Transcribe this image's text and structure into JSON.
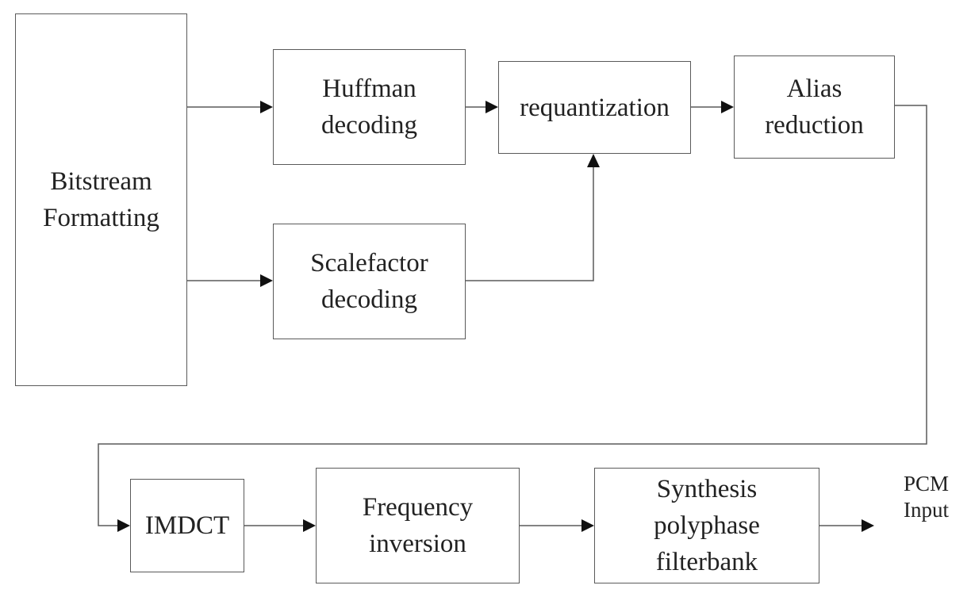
{
  "blocks": {
    "bitstream": [
      "Bitstream",
      "Formatting"
    ],
    "huffman": [
      "Huffman",
      "decoding"
    ],
    "requantization": [
      "requantization"
    ],
    "alias": [
      "Alias",
      "reduction"
    ],
    "scalefactor": [
      "Scalefactor",
      "decoding"
    ],
    "imdct": [
      "IMDCT"
    ],
    "frequency": [
      "Frequency",
      "inversion"
    ],
    "synthesis": [
      "Synthesis",
      "polyphase",
      "filterbank"
    ]
  },
  "output_label": [
    "PCM",
    "Input"
  ],
  "colors": {
    "line": "#5a5a5a",
    "arrowhead": "#111111",
    "text": "#222222"
  }
}
